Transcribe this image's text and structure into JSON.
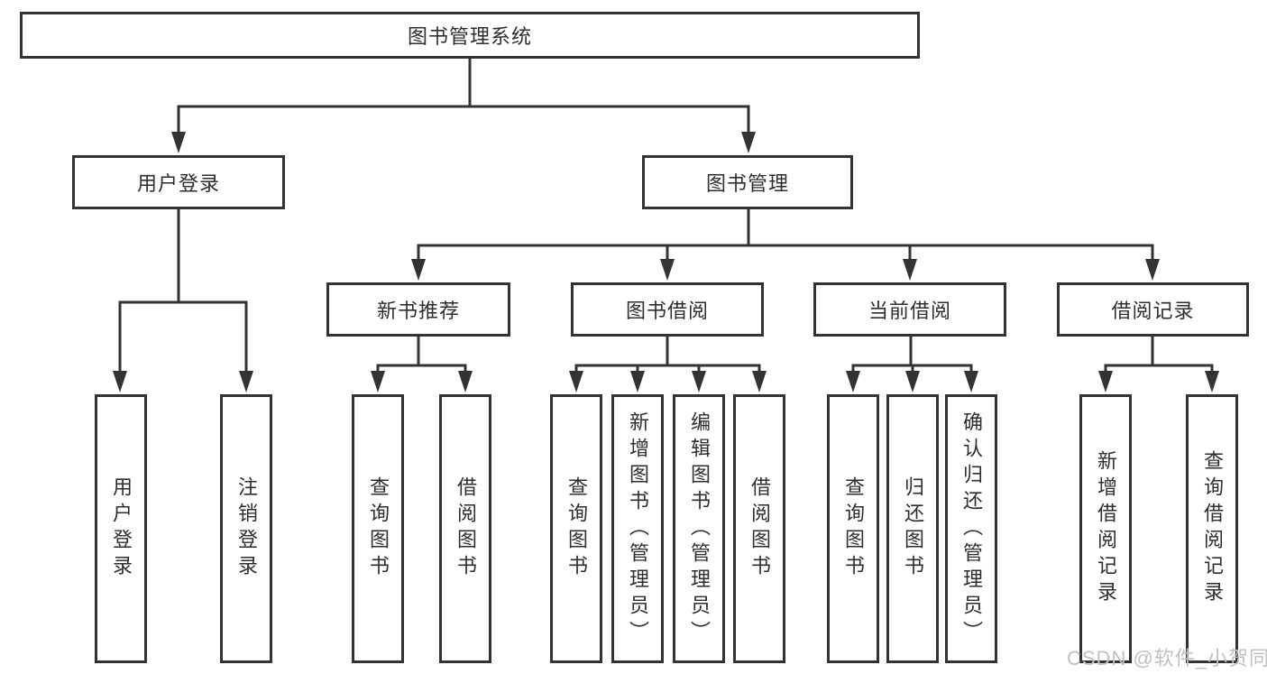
{
  "diagram_type": "hierarchy-tree",
  "tree": {
    "label": "图书管理系统",
    "children": [
      {
        "label": "用户登录",
        "children": [
          {
            "label": "用户登录"
          },
          {
            "label": "注销登录"
          }
        ]
      },
      {
        "label": "图书管理",
        "children": [
          {
            "label": "新书推荐",
            "children": [
              {
                "label": "查询图书"
              },
              {
                "label": "借阅图书"
              }
            ]
          },
          {
            "label": "图书借阅",
            "children": [
              {
                "label": "查询图书"
              },
              {
                "label": "新增图书（管理员）"
              },
              {
                "label": "编辑图书（管理员）"
              },
              {
                "label": "借阅图书"
              }
            ]
          },
          {
            "label": "当前借阅",
            "children": [
              {
                "label": "查询图书"
              },
              {
                "label": "归还图书"
              },
              {
                "label": "确认归还（管理员）"
              }
            ]
          },
          {
            "label": "借阅记录",
            "children": [
              {
                "label": "新增借阅记录"
              },
              {
                "label": "查询借阅记录"
              }
            ]
          }
        ]
      }
    ]
  },
  "watermark": "CSDN @软件_小贺同学",
  "colors": {
    "line": "#333333",
    "box_border": "#333333",
    "text": "#2e2e2e",
    "box_background": "#ffffff",
    "watermark": "#c2c0c0"
  }
}
